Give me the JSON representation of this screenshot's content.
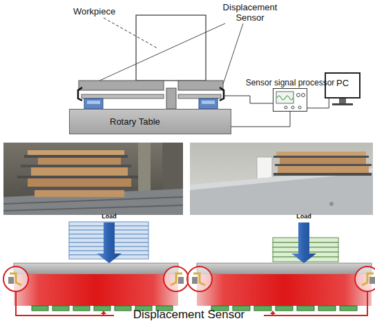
{
  "diagram": {
    "nodes": [
      {
        "text": [
          "Sensor signal processor"
        ]
      },
      {
        "text": [
          "PC"
        ]
      },
      {
        "text": [
          "Rotary Table"
        ]
      }
    ],
    "edges": [
      {
        "from": 0,
        "to": 1,
        "arrow": "none"
      },
      {
        "from": 2,
        "to": 0,
        "arrow": "none"
      }
    ],
    "labels": [
      "Workpiece",
      "Displacement Sensor",
      "Load",
      "Load",
      "Displacement Sensor"
    ]
  }
}
